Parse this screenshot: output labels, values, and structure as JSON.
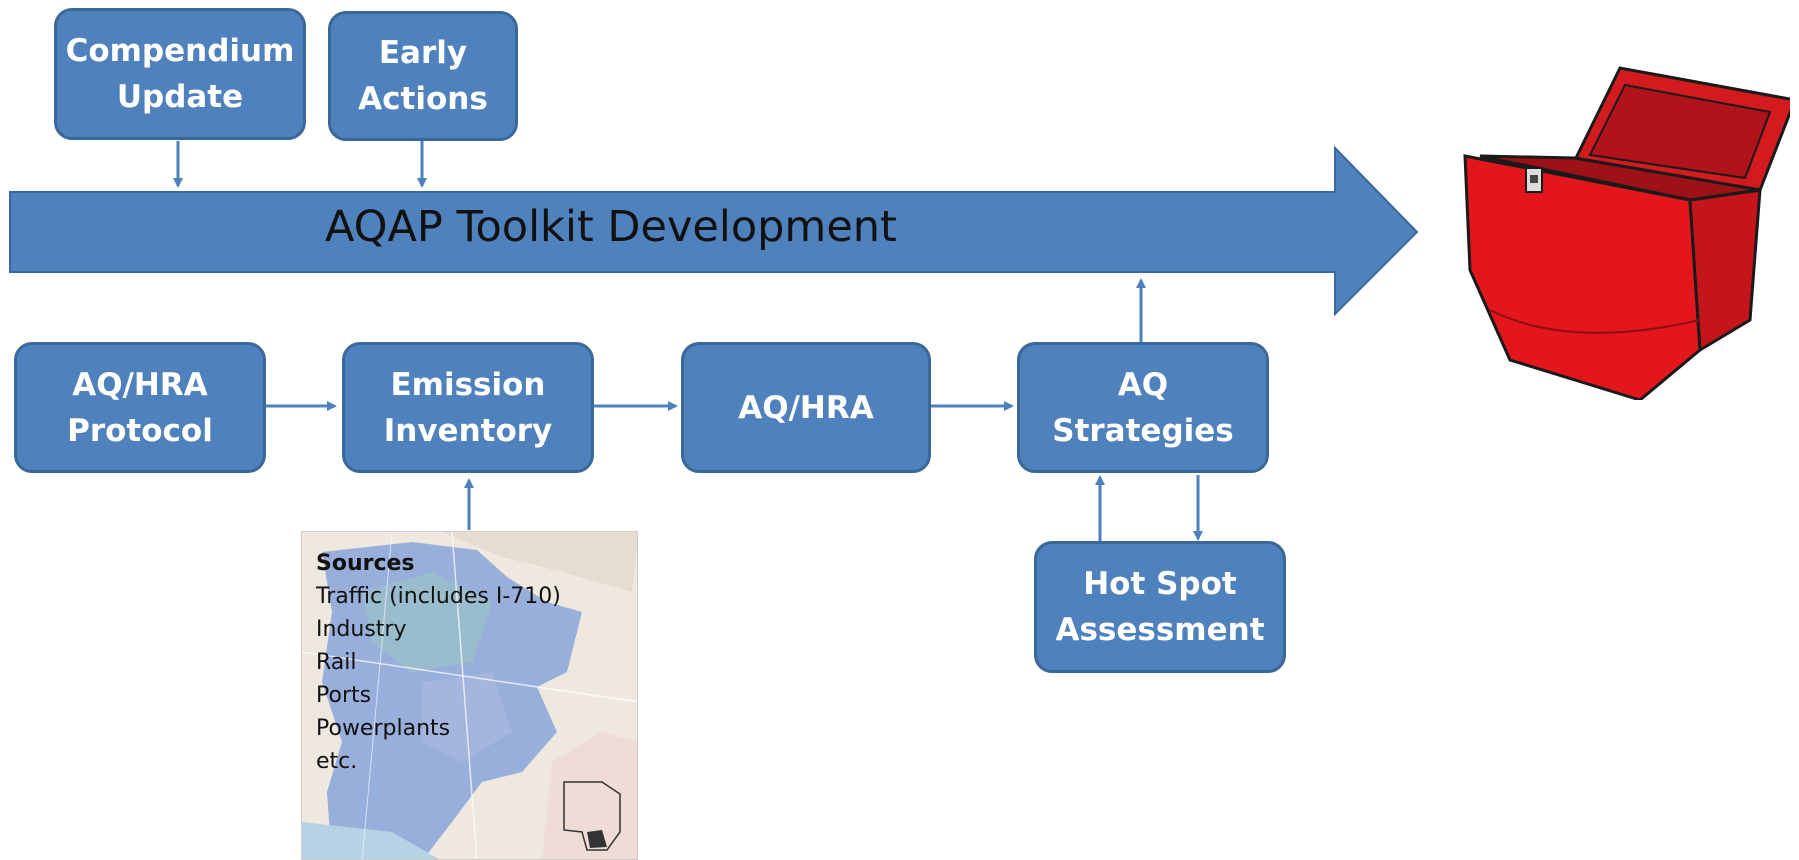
{
  "banner": {
    "label": "AQAP Toolkit Development"
  },
  "boxes": {
    "compendium": {
      "line1": "Compendium",
      "line2": "Update"
    },
    "early_actions": {
      "line1": "Early",
      "line2": "Actions"
    },
    "protocol": {
      "line1": "AQ/HRA",
      "line2": "Protocol"
    },
    "inventory": {
      "line1": "Emission",
      "line2": "Inventory"
    },
    "aqhra": {
      "line1": "AQ/HRA"
    },
    "strategies": {
      "line1": "AQ",
      "line2": "Strategies"
    },
    "hotspot": {
      "line1": "Hot Spot",
      "line2": "Assessment"
    }
  },
  "sources": {
    "heading": "Sources",
    "items": [
      "Traffic (includes I-710)",
      "Industry",
      "Rail",
      "Ports",
      "Powerplants",
      "etc."
    ]
  },
  "colors": {
    "box_fill": "#4f81bd",
    "box_border": "#3a6898",
    "arrow": "#4f81bd",
    "toolbox": "#e3161c"
  },
  "icons": [
    "toolbox-icon",
    "map-image"
  ]
}
